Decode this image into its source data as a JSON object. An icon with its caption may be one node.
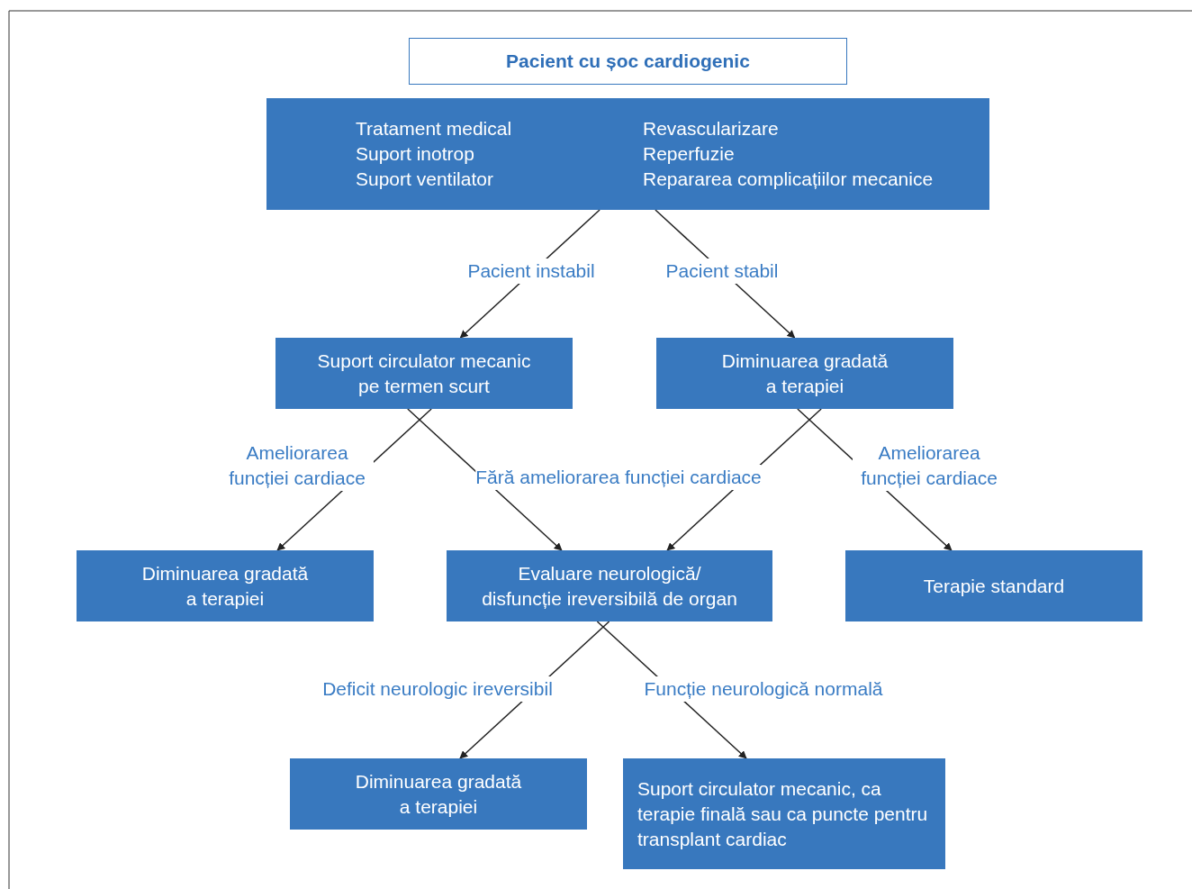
{
  "diagram": {
    "nodes": [
      {
        "text": [
          "Pacient cu șoc cardiogenic"
        ]
      },
      {
        "text": [
          "Tratament medical",
          "Suport inotrop",
          "Suport ventilator",
          "Revascularizare",
          "Reperfuzie",
          "Repararea complicațiilor mecanice"
        ]
      },
      {
        "text": [
          "Suport circulator mecanic pe termen scurt"
        ]
      },
      {
        "text": [
          "Diminuarea gradată a terapiei"
        ]
      },
      {
        "text": [
          "Diminuarea gradată a terapiei"
        ]
      },
      {
        "text": [
          "Evaluare neurologică/ disfuncție ireversibilă de organ"
        ]
      },
      {
        "text": [
          "Terapie standard"
        ]
      },
      {
        "text": [
          "Diminuarea gradată a terapiei"
        ]
      },
      {
        "text": [
          "Suport circulator mecanic, ca terapie finală sau ca puncte pentru transplant cardiac"
        ]
      }
    ],
    "edges": [
      {
        "from": 1,
        "to": 2,
        "arrow": "to",
        "label": "Pacient instabil"
      },
      {
        "from": 1,
        "to": 3,
        "arrow": "to",
        "label": "Pacient stabil"
      },
      {
        "from": 2,
        "to": 4,
        "arrow": "to",
        "label": "Ameliorarea funcției cardiace"
      },
      {
        "from": 2,
        "to": 5,
        "arrow": "to",
        "label": "Fără ameliorarea funcției cardiace"
      },
      {
        "from": 3,
        "to": 5,
        "arrow": "to"
      },
      {
        "from": 3,
        "to": 6,
        "arrow": "to",
        "label": "Ameliorarea funcției cardiace"
      },
      {
        "from": 5,
        "to": 7,
        "arrow": "to",
        "label": "Deficit neurologic ireversibil"
      },
      {
        "from": 5,
        "to": 8,
        "arrow": "to",
        "label": "Funcție neurologică normală"
      }
    ]
  }
}
